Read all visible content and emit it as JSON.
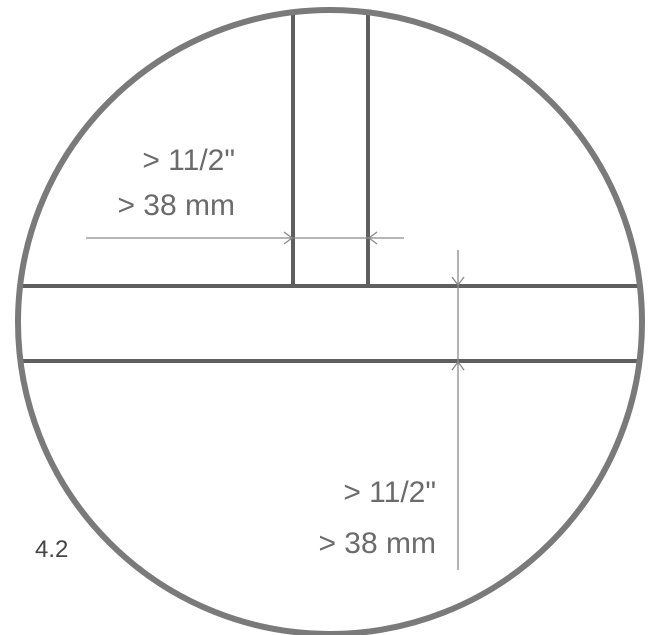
{
  "figure": {
    "label": "4.2"
  },
  "dimensions": {
    "horizontal": {
      "line1": "> 11/2\"",
      "line2": "> 38 mm"
    },
    "vertical": {
      "line1": "> 11/2\"",
      "line2": "> 38 mm"
    }
  },
  "colors": {
    "outline": "#7a7a7a",
    "member": "#5f5f5f",
    "dimension_line": "#8a8a8a",
    "text": "#6b6b6b"
  }
}
